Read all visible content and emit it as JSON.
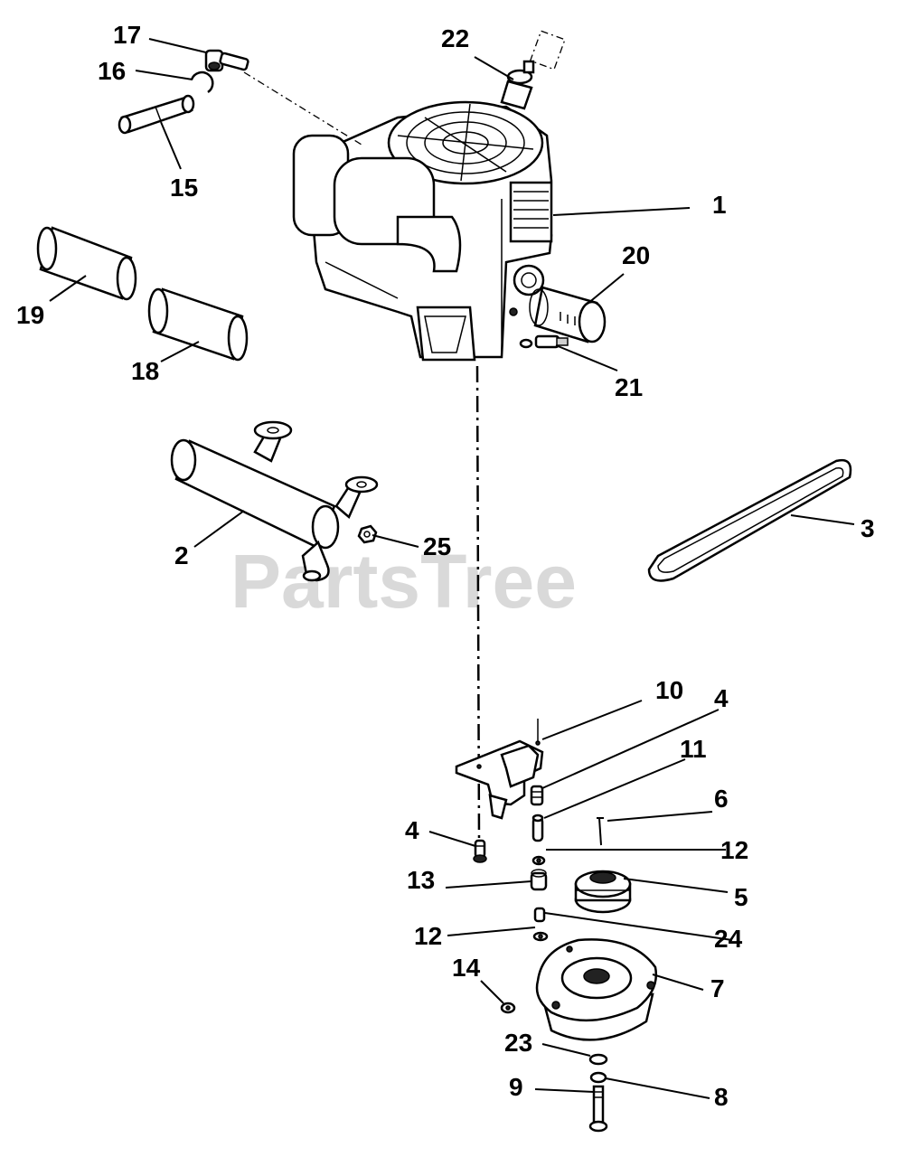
{
  "watermark": "PartsTree",
  "callouts": [
    {
      "id": "c1",
      "text": "1"
    },
    {
      "id": "c2",
      "text": "2"
    },
    {
      "id": "c3",
      "text": "3"
    },
    {
      "id": "c4a",
      "text": "4"
    },
    {
      "id": "c4b",
      "text": "4"
    },
    {
      "id": "c5",
      "text": "5"
    },
    {
      "id": "c6",
      "text": "6"
    },
    {
      "id": "c7",
      "text": "7"
    },
    {
      "id": "c8",
      "text": "8"
    },
    {
      "id": "c9",
      "text": "9"
    },
    {
      "id": "c10",
      "text": "10"
    },
    {
      "id": "c11",
      "text": "11"
    },
    {
      "id": "c12a",
      "text": "12"
    },
    {
      "id": "c12b",
      "text": "12"
    },
    {
      "id": "c13",
      "text": "13"
    },
    {
      "id": "c14",
      "text": "14"
    },
    {
      "id": "c15",
      "text": "15"
    },
    {
      "id": "c16",
      "text": "16"
    },
    {
      "id": "c17",
      "text": "17"
    },
    {
      "id": "c18",
      "text": "18"
    },
    {
      "id": "c19",
      "text": "19"
    },
    {
      "id": "c20",
      "text": "20"
    },
    {
      "id": "c21",
      "text": "21"
    },
    {
      "id": "c22",
      "text": "22"
    },
    {
      "id": "c23",
      "text": "23"
    },
    {
      "id": "c24",
      "text": "24"
    },
    {
      "id": "c25",
      "text": "25"
    }
  ]
}
